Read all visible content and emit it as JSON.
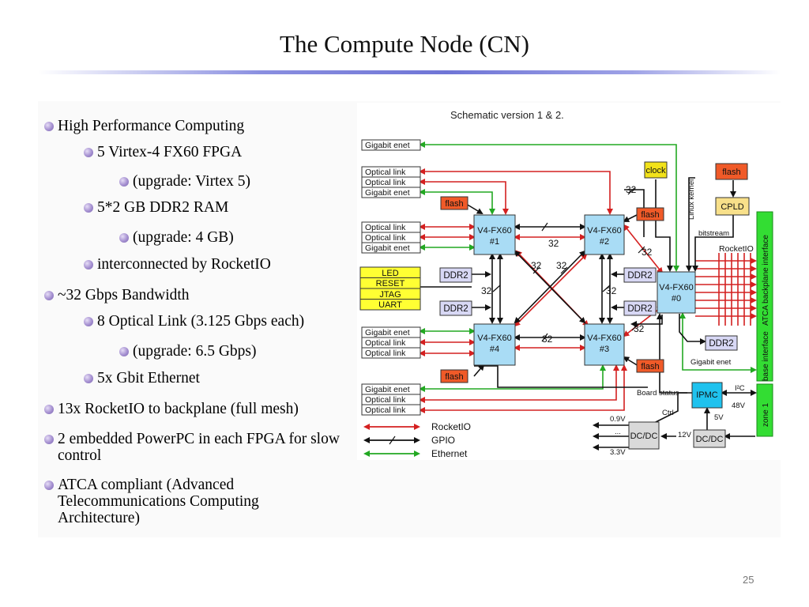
{
  "slide": {
    "title": "The Compute Node (CN)",
    "page_number": "25"
  },
  "bullets": [
    {
      "level": 1,
      "text": "High Performance Computing"
    },
    {
      "level": 2,
      "text": "5 Virtex-4 FX60 FPGA"
    },
    {
      "level": 3,
      "text": "(upgrade: Virtex 5)"
    },
    {
      "level": 2,
      "text": "5*2 GB DDR2 RAM"
    },
    {
      "level": 3,
      "text": "(upgrade: 4 GB)"
    },
    {
      "level": 2,
      "text": "interconnected by RocketIO"
    },
    {
      "level": 1,
      "text": "~32 Gbps Bandwidth"
    },
    {
      "level": 2,
      "text": "8 Optical Link (3.125 Gbps each)"
    },
    {
      "level": 3,
      "text": "(upgrade: 6.5 Gbps)"
    },
    {
      "level": 2,
      "text": "5x Gbit Ethernet"
    },
    {
      "level": 1,
      "text": "13x RocketIO to backplane (full mesh)"
    },
    {
      "level": 1,
      "text": "2 embedded PowerPC in each FPGA for slow control"
    },
    {
      "level": 1,
      "text": "ATCA compliant (Advanced Telecommunications Computing Architecture)"
    }
  ],
  "diagram": {
    "caption": "Schematic version 1 & 2.",
    "fpgas": [
      "V4-FX60\n#0",
      "V4-FX60\n#1",
      "V4-FX60\n#2",
      "V4-FX60\n#3",
      "V4-FX60\n#4"
    ],
    "fpga_label": "V4-FX60",
    "fpga_ids": [
      "#0",
      "#1",
      "#2",
      "#3",
      "#4"
    ],
    "ddr2": "DDR2",
    "flash": "flash",
    "clock": "clock",
    "cpld": "CPLD",
    "ipmc": "IPMC",
    "dcdc": "DC/DC",
    "gigabit_enet": "Gigabit enet",
    "optical_link": "Optical link",
    "debug_block": [
      "LED",
      "RESET",
      "JTAG",
      "UART"
    ],
    "bus_width": "32",
    "linux_kernel": "Linux kernel",
    "bitstream": "bitstream",
    "rocketio": "RocketIO",
    "board_status": "Board status",
    "ctrl": "Ctrl",
    "i2c": "I²C",
    "v5": "5V",
    "v12": "12V",
    "v48": "48V",
    "v09": "0.9V",
    "v33": "3.3V",
    "dots": "...",
    "atca_backplane": "ATCA backplane interface",
    "base_interface": "base interface",
    "zone1": "zone 1",
    "legend": [
      "RocketIO",
      "GPIO",
      "Ethernet"
    ],
    "colors": {
      "rocketio": "#d42020",
      "gpio": "#111111",
      "ethernet": "#22a822",
      "fpga": "#a9dcf5",
      "ddr2": "#d8d8f5",
      "flash": "#f05a28",
      "clock": "#f2e21a",
      "cpld": "#f8e08a",
      "ipmc": "#1fc2ee",
      "debug": "#ffff33",
      "backplane": "#33dd33"
    }
  }
}
